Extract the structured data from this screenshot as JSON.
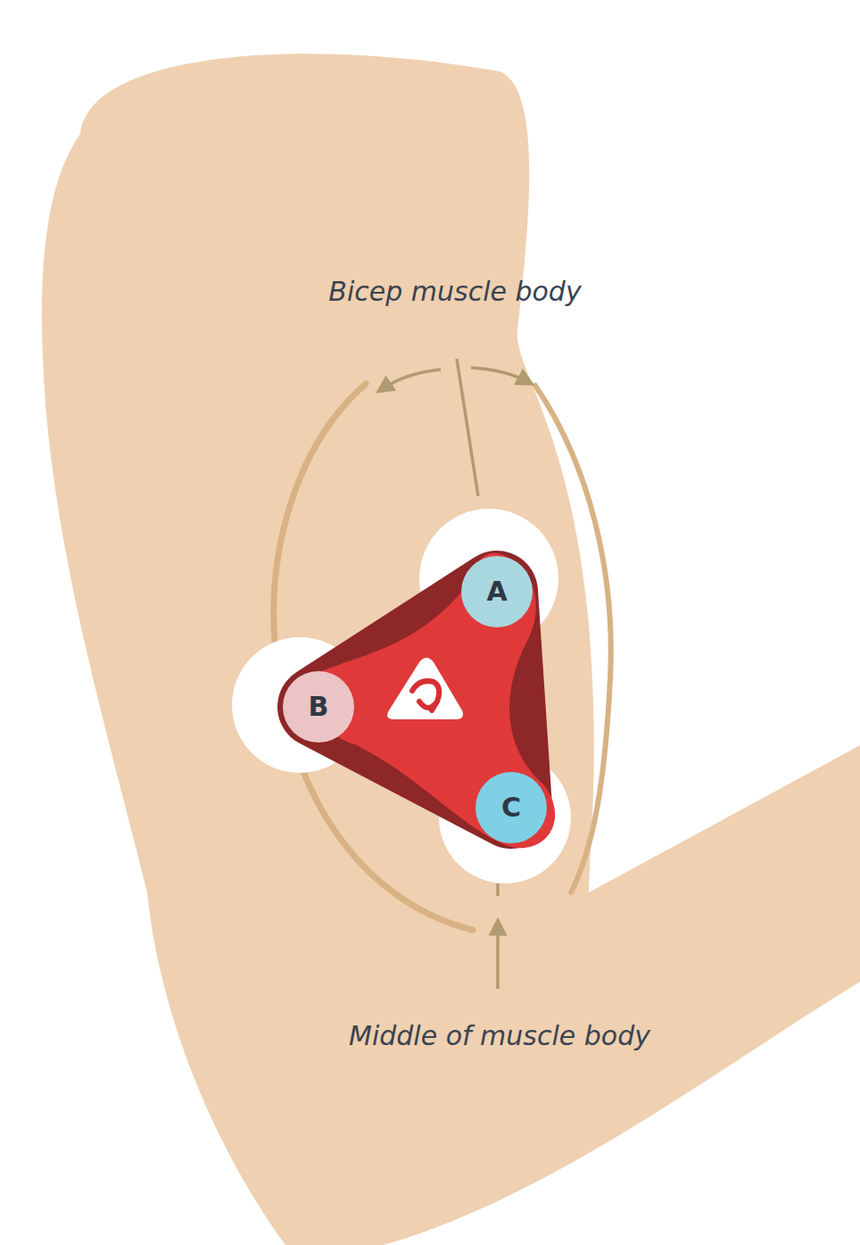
{
  "diagram": {
    "nodes": [
      {
        "text": [
          "A"
        ]
      },
      {
        "text": [
          "B"
        ]
      },
      {
        "text": [
          "C"
        ]
      }
    ],
    "labels": [
      "Bicep muscle body",
      "Middle of muscle body"
    ]
  }
}
